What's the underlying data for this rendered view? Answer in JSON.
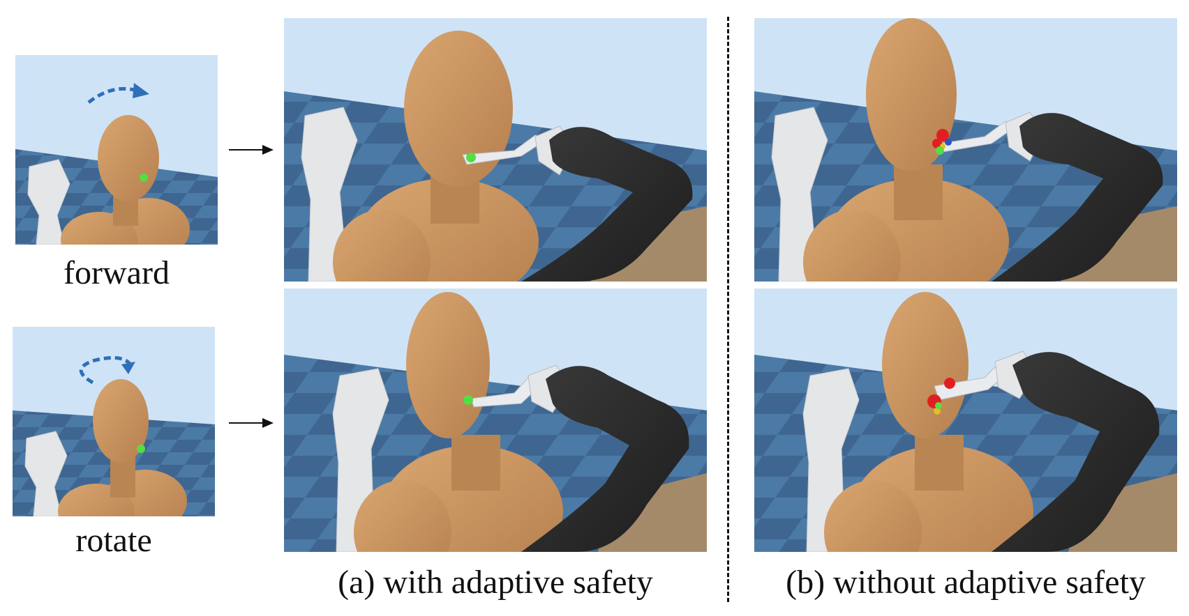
{
  "thumbnails": [
    {
      "label": "forward",
      "motion_icon": "forward-motion-arrow-icon"
    },
    {
      "label": "rotate",
      "motion_icon": "rotate-motion-arrow-icon"
    }
  ],
  "captions": {
    "a": "(a) with adaptive safety",
    "b": "(b) without adaptive safety"
  },
  "colors": {
    "sky": "#cfe3f6",
    "floor_dark": "#3f6690",
    "floor_light": "#5580ac",
    "skin": "#c8935f",
    "robot": "#2b2b2b",
    "chair": "#e4e6e8",
    "mouth_marker": "#55dd44",
    "violation_marker": "#e02020",
    "motion_arrow": "#2f6fb8"
  }
}
